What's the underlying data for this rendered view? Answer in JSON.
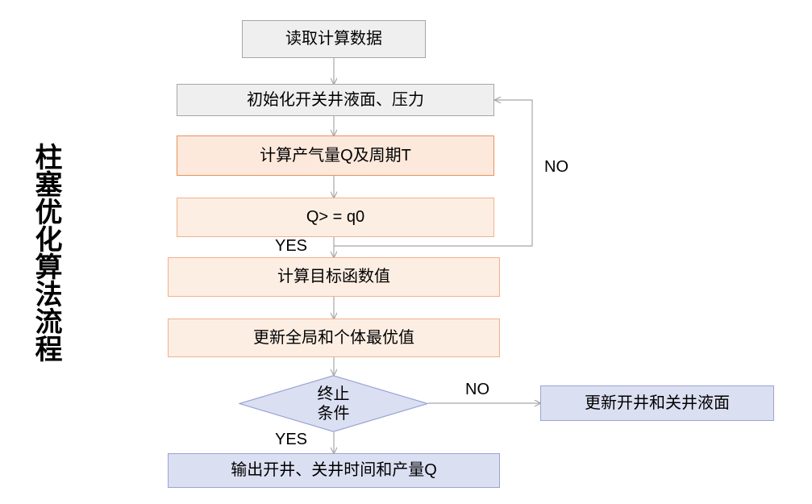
{
  "diagram": {
    "side_title": "柱塞优化算法流程",
    "nodes": [
      {
        "id": "read-data",
        "label": "读取计算数据",
        "shape": "rect",
        "style": "gray"
      },
      {
        "id": "init-level",
        "label": "初始化开关井液面、压力",
        "shape": "rect",
        "style": "gray"
      },
      {
        "id": "calc-q-t",
        "label": "计算产气量Q及周期T",
        "shape": "rect",
        "style": "orange"
      },
      {
        "id": "compare-q",
        "label": "Q> = q0",
        "shape": "rect",
        "style": "orange-pale"
      },
      {
        "id": "calc-objective",
        "label": "计算目标函数值",
        "shape": "rect",
        "style": "orange-pale"
      },
      {
        "id": "update-best",
        "label": "更新全局和个体最优值",
        "shape": "rect",
        "style": "orange-pale"
      },
      {
        "id": "stop-condition",
        "label": "终止\n条件",
        "shape": "diamond",
        "style": "blue"
      },
      {
        "id": "update-levels",
        "label": "更新开井和关井液面",
        "shape": "rect",
        "style": "blue"
      },
      {
        "id": "output-result",
        "label": "输出开井、关井时间和产量Q",
        "shape": "rect",
        "style": "blue"
      }
    ],
    "edge_labels": {
      "compare_yes": "YES",
      "compare_no": "NO",
      "stop_yes": "YES",
      "stop_no": "NO"
    },
    "colors": {
      "gray_fill": "#efefef",
      "gray_stroke": "#a6a6a6",
      "orange_fill": "#fce9dc",
      "orange_stroke": "#e8915a",
      "orange_pale_fill": "#fdeee3",
      "orange_pale_stroke": "#f0b28a",
      "blue_fill": "#dbdff2",
      "blue_stroke": "#9aa4d4",
      "connector": "#a6a6a6",
      "text": "#000000",
      "background": "#ffffff"
    }
  }
}
